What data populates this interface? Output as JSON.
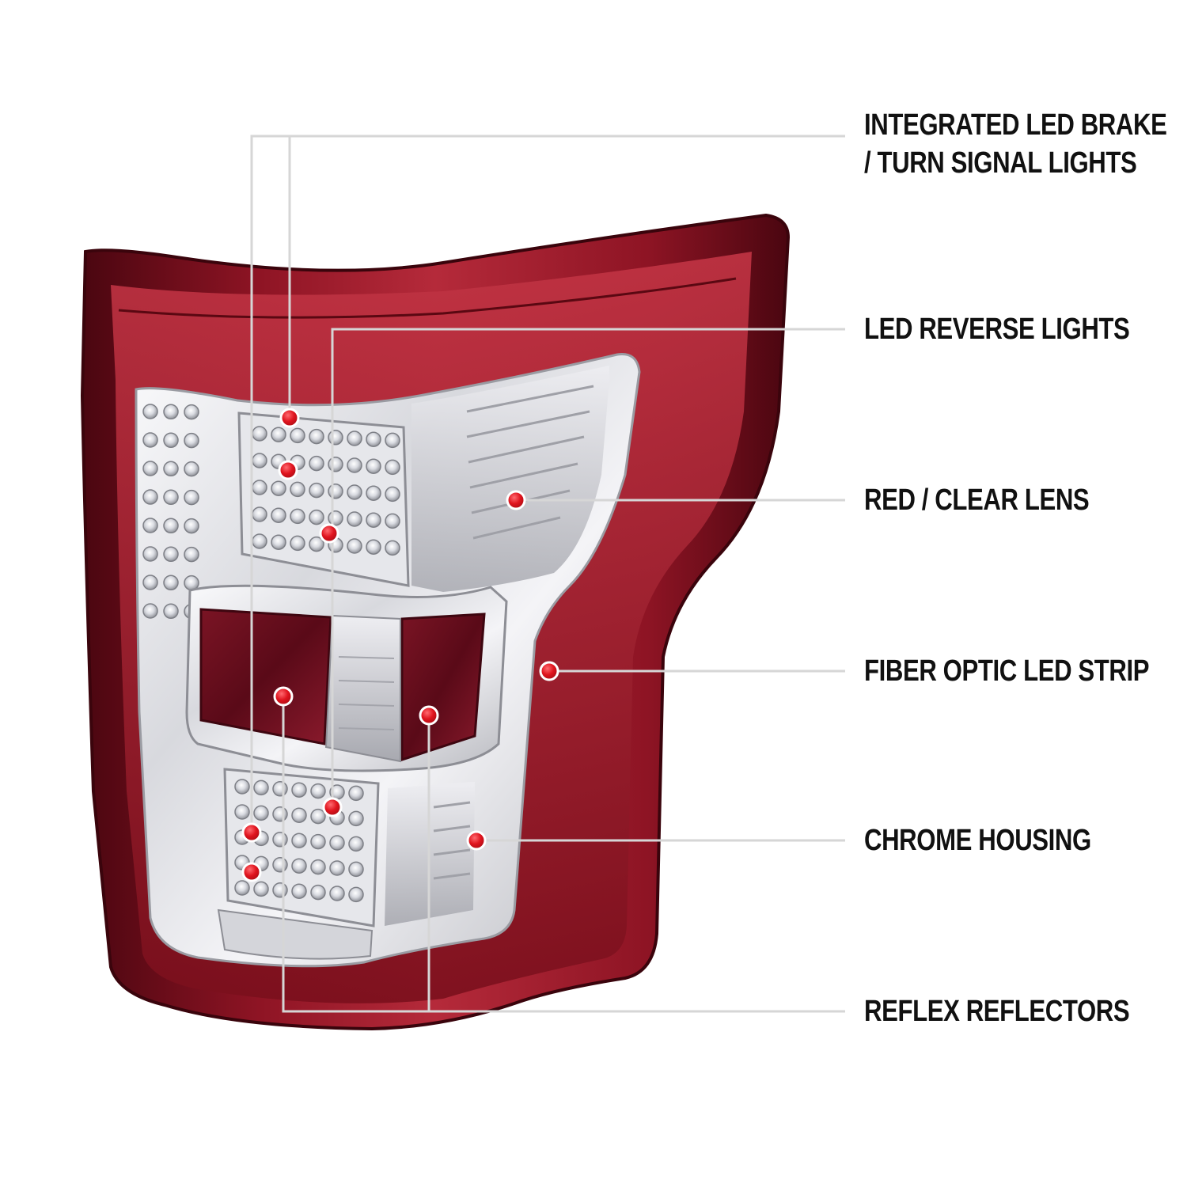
{
  "callouts": [
    {
      "id": "brake-turn",
      "lines": [
        "INTEGRATED LED BRAKE",
        "/ TURN SIGNAL LIGHTS"
      ]
    },
    {
      "id": "reverse",
      "lines": [
        "LED REVERSE LIGHTS"
      ]
    },
    {
      "id": "lens",
      "lines": [
        "RED / CLEAR LENS"
      ]
    },
    {
      "id": "fiber",
      "lines": [
        "FIBER OPTIC LED STRIP"
      ]
    },
    {
      "id": "housing",
      "lines": [
        "CHROME HOUSING"
      ]
    },
    {
      "id": "reflex",
      "lines": [
        "REFLEX REFLECTORS"
      ]
    }
  ],
  "colors": {
    "accent_dot": "#e0141e",
    "leader_line": "#d6d6d6",
    "label_text": "#111111",
    "lens_red_dark": "#5a0a14",
    "lens_red": "#a01e2c",
    "chrome": "#e6e6ea"
  }
}
